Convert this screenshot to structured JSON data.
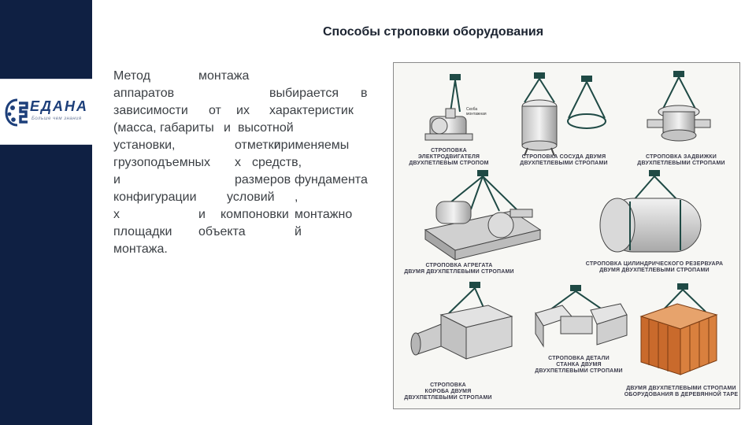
{
  "title": "Способы строповки оборудования",
  "logo": {
    "word": "ЕДАНА",
    "tagline": "Больше чем знания"
  },
  "body": {
    "words": [
      "Метод",
      "монтажа",
      "аппаратов",
      "выбирается",
      "в",
      "зависимости",
      "от",
      "их",
      "характеристик",
      "(масса, габариты",
      "и",
      "высотной",
      "отметки",
      "установки,",
      "применяемы",
      "грузоподъемных",
      "х",
      "средств,",
      "и",
      "размеров",
      "фундамента",
      "конфигурации",
      "условий",
      ",",
      "х",
      "и",
      "компоновки",
      "монтажно",
      "площадки",
      "объекта",
      "й",
      "монтажа."
    ]
  },
  "figure": {
    "captions": {
      "c1": [
        "СТРОПОВКА",
        "ЭЛЕКТРОДВИГАТЕЛЯ",
        "ДВУХПЕТЛЕВЫМ СТРОПОМ"
      ],
      "c2": [
        "СТРОПОВКА СОСУДА ДВУМЯ",
        "ДВУХПЕТЛЕВЫМИ СТРОПАМИ"
      ],
      "c3": [
        "СТРОПОВКА ЗАДВИЖКИ",
        "ДВУХПЕТЛЕВЫМИ СТРОПАМИ"
      ],
      "c4": [
        "СТРОПОВКА АГРЕГАТА",
        "ДВУМЯ ДВУХПЕТЛЕВЫМИ СТРОПАМИ"
      ],
      "c5": [
        "СТРОПОВКА ЦИЛИНДРИЧЕСКОГО РЕЗЕРВУАРА",
        "ДВУМЯ ДВУХПЕТЛЕВЫМИ СТРОПАМИ"
      ],
      "c6": [
        "СТРОПОВКА",
        "КОРОБА ДВУМЯ",
        "ДВУХПЕТЛЕВЫМИ СТРОПАМИ"
      ],
      "c7": [
        "СТРОПОВКА ДЕТАЛИ",
        "СТАНКА ДВУМЯ",
        "ДВУХПЕТЛЕВЫМИ СТРОПАМИ"
      ],
      "c8": [
        "ДВУМЯ ДВУХПЕТЛЕВЫМИ СТРОПАМИ",
        "ОБОРУДОВАНИЯ В ДЕРЕВЯННОЙ ТАРЕ"
      ]
    },
    "label_loop": [
      "Скоба",
      "монтажная"
    ]
  },
  "colors": {
    "sidebar": "#0f2043",
    "logo_blue": "#1d3f7a",
    "sling": "#1f4a45"
  }
}
